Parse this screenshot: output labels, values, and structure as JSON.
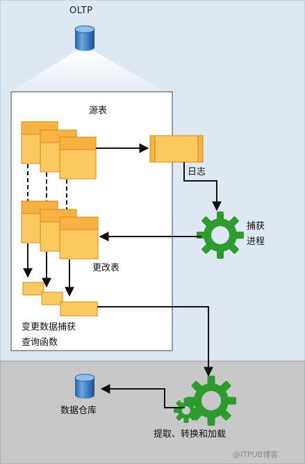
{
  "diagram": {
    "oltp_label": "OLTP",
    "source_tables_label": "源表",
    "log_label": "日志",
    "capture_process_line1": "捕获",
    "capture_process_line2": "进程",
    "change_tables_label": "更改表",
    "cdc_functions_line1": "变更数据捕获",
    "cdc_functions_line2": "查询函数",
    "data_warehouse_label": "数据仓库",
    "etl_label": "提取、转换和加载",
    "watermark": "@ITPUB博客"
  },
  "colors": {
    "top_background": "#dde8f3",
    "bottom_background": "#c8c8c8",
    "table_fill": "#fbc95f",
    "table_header": "#f6b342",
    "table_border": "#d48a10",
    "gear": "#2e9b2e",
    "database_blue": "#3a78c0",
    "arrow": "#111111"
  },
  "icons": {
    "database": "cylinder-database-icon",
    "process": "gear-icon"
  }
}
